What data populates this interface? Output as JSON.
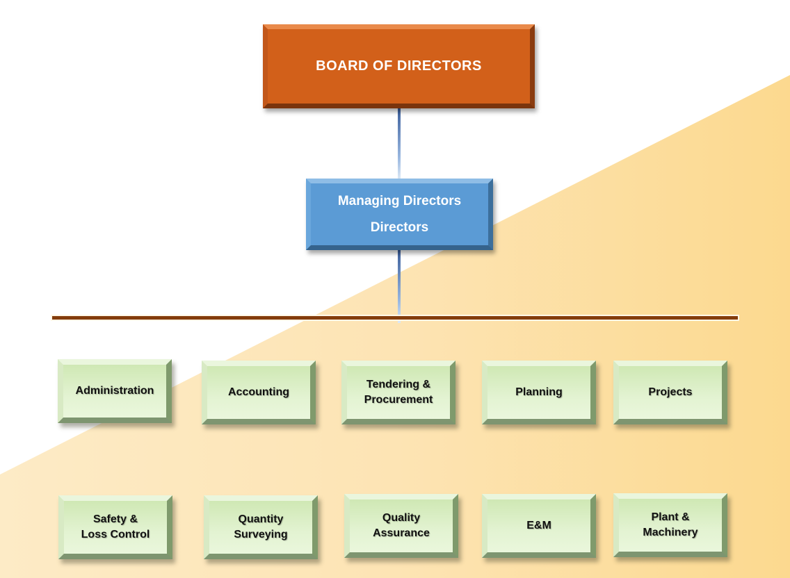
{
  "title": "Organization Chart",
  "board": {
    "label": "BOARD OF DIRECTORS",
    "color": "#d2601a"
  },
  "management": {
    "line1": "Managing Directors",
    "line2": "Directors",
    "color": "#5b9bd5"
  },
  "departments": {
    "row1": [
      {
        "line1": "Administration",
        "line2": ""
      },
      {
        "line1": "Accounting",
        "line2": ""
      },
      {
        "line1": "Tendering &",
        "line2": "Procurement"
      },
      {
        "line1": "Planning",
        "line2": ""
      },
      {
        "line1": "Projects",
        "line2": ""
      }
    ],
    "row2": [
      {
        "line1": "Safety &",
        "line2": "Loss Control"
      },
      {
        "line1": "Quantity",
        "line2": "Surveying"
      },
      {
        "line1": "Quality",
        "line2": "Assurance"
      },
      {
        "line1": "E&M",
        "line2": ""
      },
      {
        "line1": "Plant &",
        "line2": "Machinery"
      }
    ],
    "color": "#d9efc4"
  },
  "divider_color": "#843c0c"
}
